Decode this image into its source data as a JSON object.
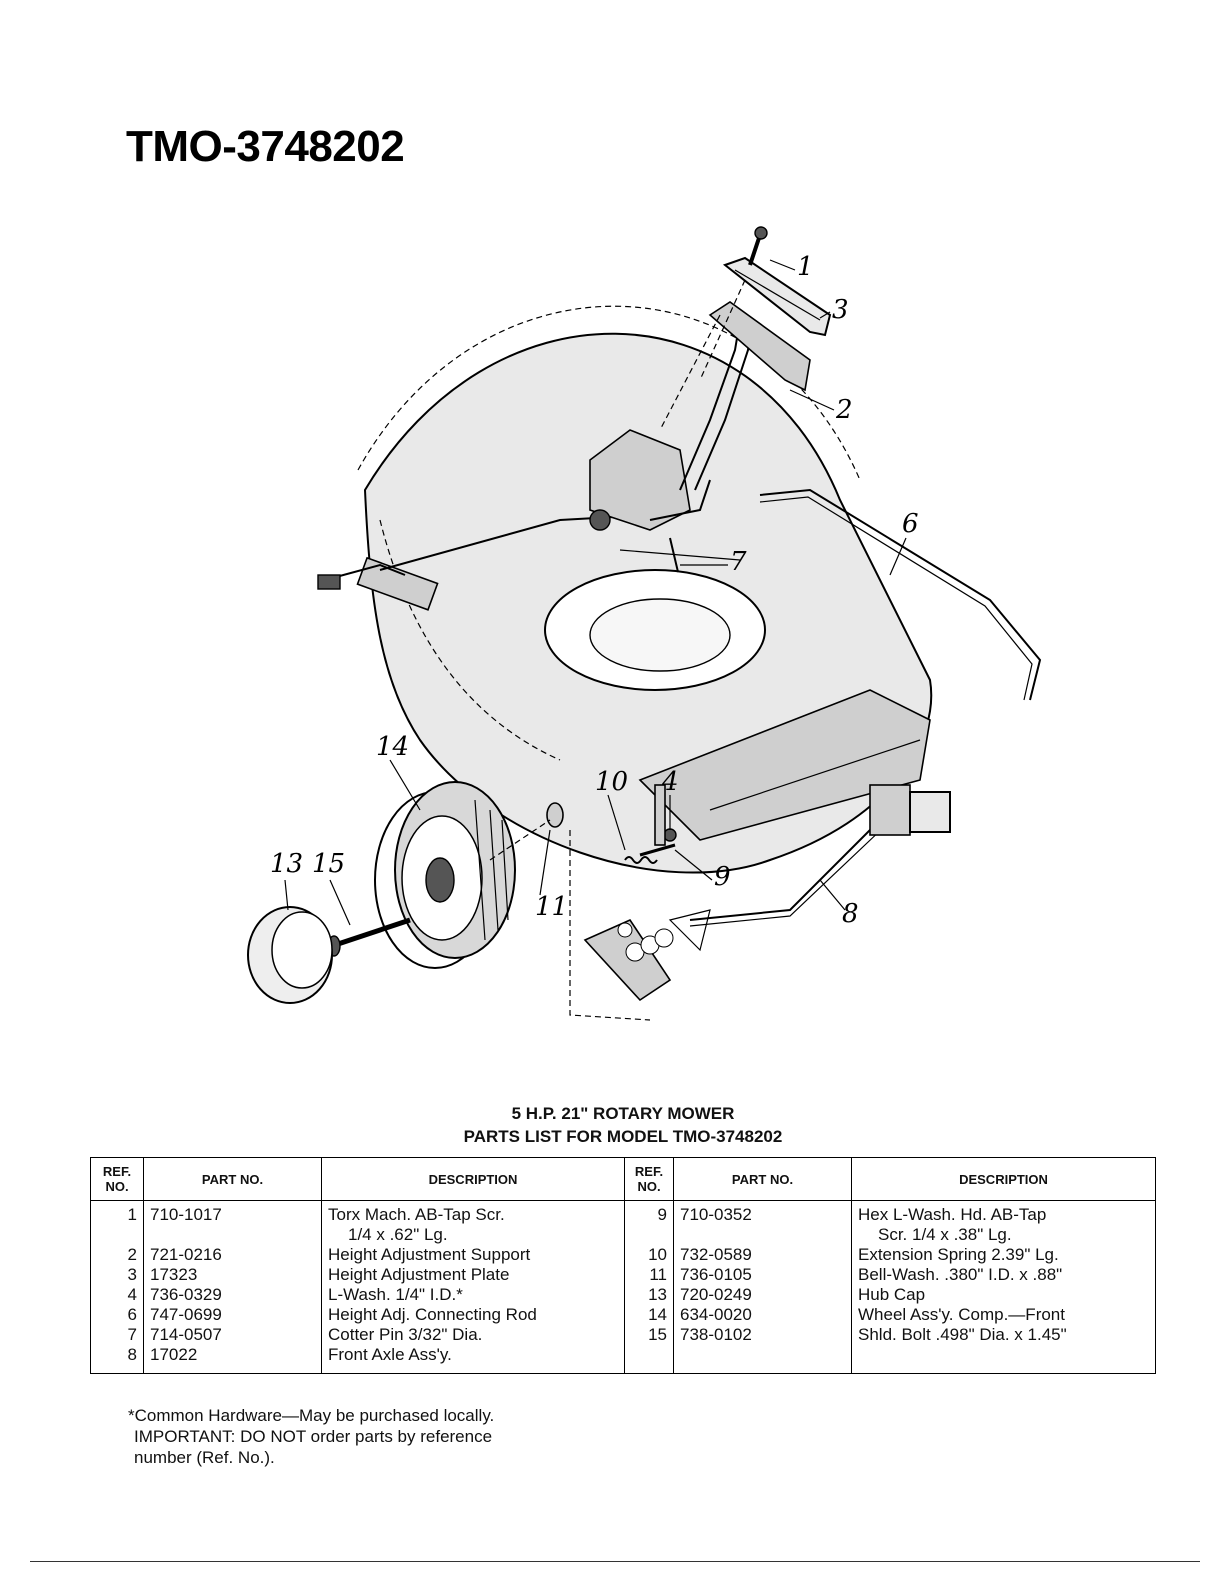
{
  "page": {
    "model_title": "TMO-3748202"
  },
  "diagram": {
    "callouts": [
      "1",
      "3",
      "2",
      "6",
      "7",
      "14",
      "10",
      "4",
      "9",
      "8",
      "11",
      "13",
      "15"
    ]
  },
  "parts_list": {
    "heading_line1": "5 H.P. 21\" ROTARY MOWER",
    "heading_line2": "PARTS LIST FOR MODEL TMO-3748202",
    "columns": {
      "ref_no": "REF. NO.",
      "part_no": "PART NO.",
      "description": "DESCRIPTION"
    },
    "left": [
      {
        "ref": "1",
        "part": "710-1017",
        "desc": [
          "Torx Mach. AB-Tap Scr.",
          "1/4 x .62\" Lg."
        ]
      },
      {
        "ref": "2",
        "part": "721-0216",
        "desc": [
          "Height Adjustment Support"
        ]
      },
      {
        "ref": "3",
        "part": "17323",
        "desc": [
          "Height Adjustment Plate"
        ]
      },
      {
        "ref": "4",
        "part": "736-0329",
        "desc": [
          "L-Wash. 1/4\" I.D.*"
        ]
      },
      {
        "ref": "6",
        "part": "747-0699",
        "desc": [
          "Height Adj. Connecting Rod"
        ]
      },
      {
        "ref": "7",
        "part": "714-0507",
        "desc": [
          "Cotter Pin 3/32\" Dia."
        ]
      },
      {
        "ref": "8",
        "part": "17022",
        "desc": [
          "Front Axle Ass'y."
        ]
      }
    ],
    "right": [
      {
        "ref": "9",
        "part": "710-0352",
        "desc": [
          "Hex L-Wash. Hd. AB-Tap",
          "Scr. 1/4 x .38\" Lg."
        ]
      },
      {
        "ref": "10",
        "part": "732-0589",
        "desc": [
          "Extension Spring 2.39\" Lg."
        ]
      },
      {
        "ref": "11",
        "part": "736-0105",
        "desc": [
          "Bell-Wash. .380\" I.D. x .88\""
        ]
      },
      {
        "ref": "13",
        "part": "720-0249",
        "desc": [
          "Hub Cap"
        ]
      },
      {
        "ref": "14",
        "part": "634-0020",
        "desc": [
          "Wheel Ass'y. Comp.—Front"
        ]
      },
      {
        "ref": "15",
        "part": "738-0102",
        "desc": [
          "Shld. Bolt .498\" Dia. x 1.45\""
        ]
      }
    ]
  },
  "notes": {
    "line1": "*Common Hardware—May be purchased locally.",
    "line2": "IMPORTANT: DO NOT order parts by reference",
    "line3": "number (Ref. No.)."
  }
}
